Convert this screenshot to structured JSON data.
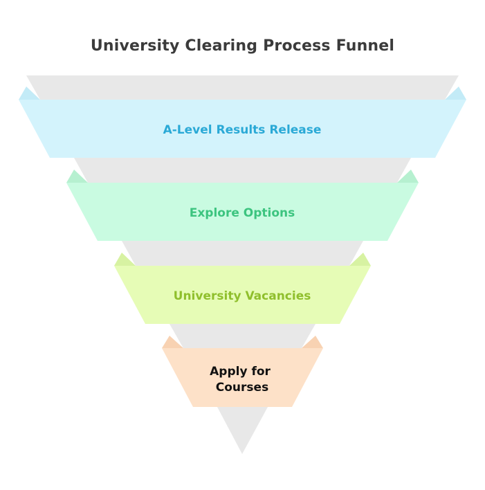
{
  "title": "University Clearing Process Funnel",
  "stages": [
    {
      "label": "A-Level Results Release",
      "fill": "#d3f3fc",
      "text_color": "#2aa9d6"
    },
    {
      "label": "Explore Options",
      "fill": "#c9fbe1",
      "text_color": "#3cc47f"
    },
    {
      "label": "University Vacancies",
      "fill": "#e6fcb6",
      "text_color": "#8fbf2c"
    },
    {
      "label_lines": [
        "Apply for",
        "Courses"
      ],
      "fill": "#fde1c8",
      "text_color": "#111111"
    }
  ],
  "colors": {
    "back_band": "#e8e8e8",
    "title": "#3b3b3b"
  }
}
